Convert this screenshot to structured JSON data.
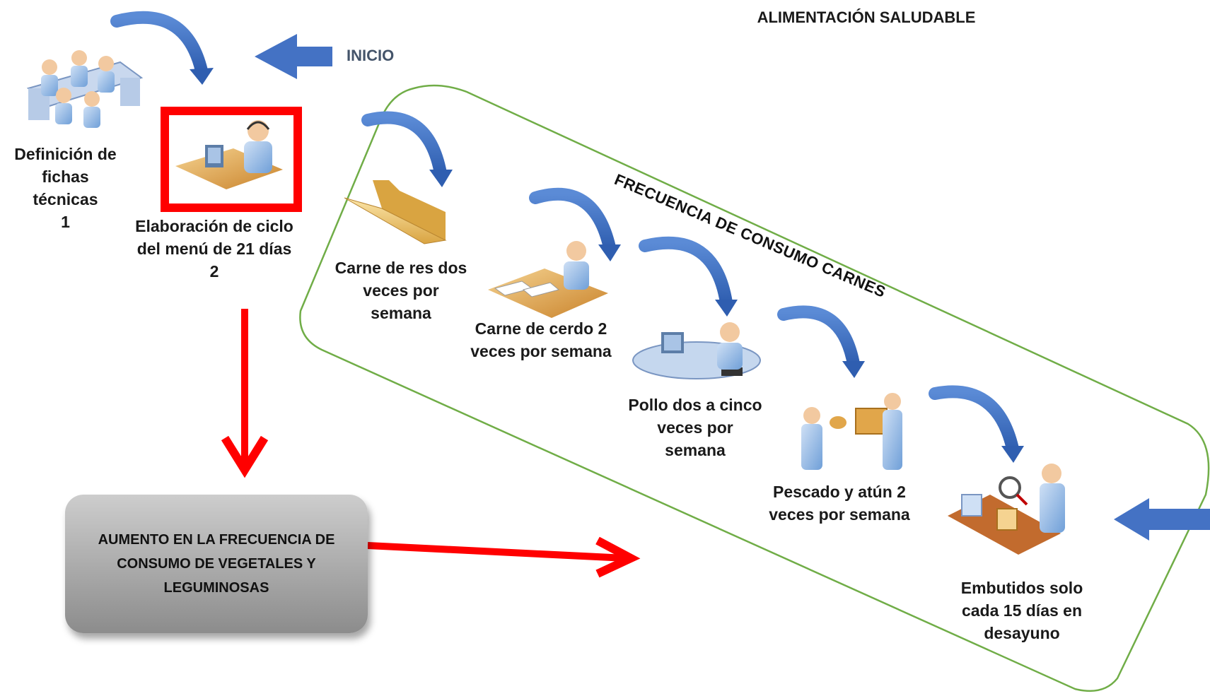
{
  "title": "ALIMENTACIÓN SALUDABLE",
  "inicio_label": "INICIO",
  "group_title": "FRECUENCIA DE CONSUMO CARNES",
  "steps": {
    "definicion": "Definición de\nfichas\ntécnicas\n1",
    "elaboracion": "Elaboración de ciclo\ndel menú de 21 días\n2",
    "res": "Carne de res dos\nveces por\nsemana",
    "cerdo": "Carne de cerdo 2\nveces por semana",
    "pollo": "Pollo dos a cinco\nveces por\nsemana",
    "pescado": "Pescado y atún 2\nveces por semana",
    "embutidos": "Embutidos solo\ncada 15 días en\ndesayuno"
  },
  "result_box": "AUMENTO EN LA FRECUENCIA DE\nCONSUMO DE VEGETALES Y\nLEGUMINOSAS",
  "icons": [
    "meeting-table-icon",
    "desk-worker-icon",
    "folder-icon",
    "office-desk-icon",
    "computer-desk-icon",
    "delivery-icon",
    "inspection-conveyor-icon",
    "blue-arrow-icon",
    "red-arrow-icon"
  ],
  "colors": {
    "blue_arrow": "#4472c4",
    "red_arrow": "#ff0000",
    "group_outline": "#70ad47",
    "highlight_box": "#ff0000",
    "person": "#8db3e2",
    "desk": "#e1a64a"
  }
}
